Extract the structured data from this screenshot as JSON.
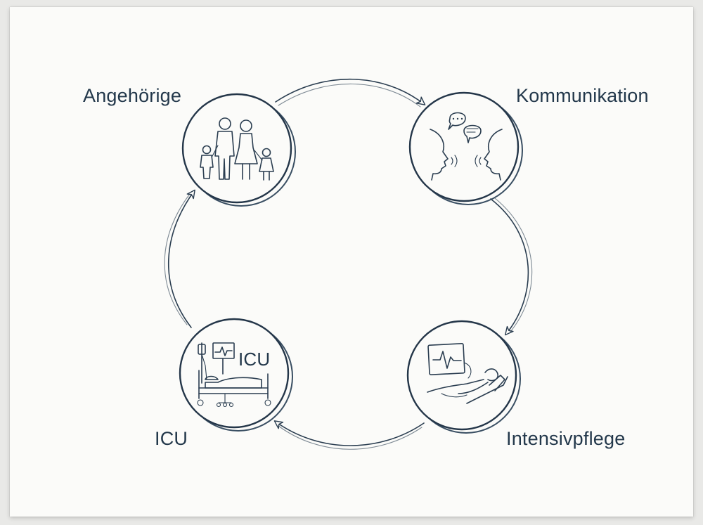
{
  "diagram": {
    "nodes": [
      {
        "id": "angehoerige",
        "label": "Angehörige",
        "icon": "family-icon"
      },
      {
        "id": "kommunikation",
        "label": "Kommunikation",
        "icon": "conversation-icon"
      },
      {
        "id": "intensivpflege",
        "label": "Intensivpflege",
        "icon": "patient-monitor-icon"
      },
      {
        "id": "icu",
        "label": "ICU",
        "icon": "icu-bed-icon",
        "inner_text": "ICU"
      }
    ],
    "arrows": [
      {
        "from": "angehoerige",
        "to": "kommunikation"
      },
      {
        "from": "kommunikation",
        "to": "intensivpflege"
      },
      {
        "from": "intensivpflege",
        "to": "icu"
      },
      {
        "from": "icu",
        "to": "angehoerige"
      }
    ],
    "colors": {
      "ink": "#2a3d50",
      "label": "#23384b",
      "paper": "#fbfbf9"
    }
  }
}
